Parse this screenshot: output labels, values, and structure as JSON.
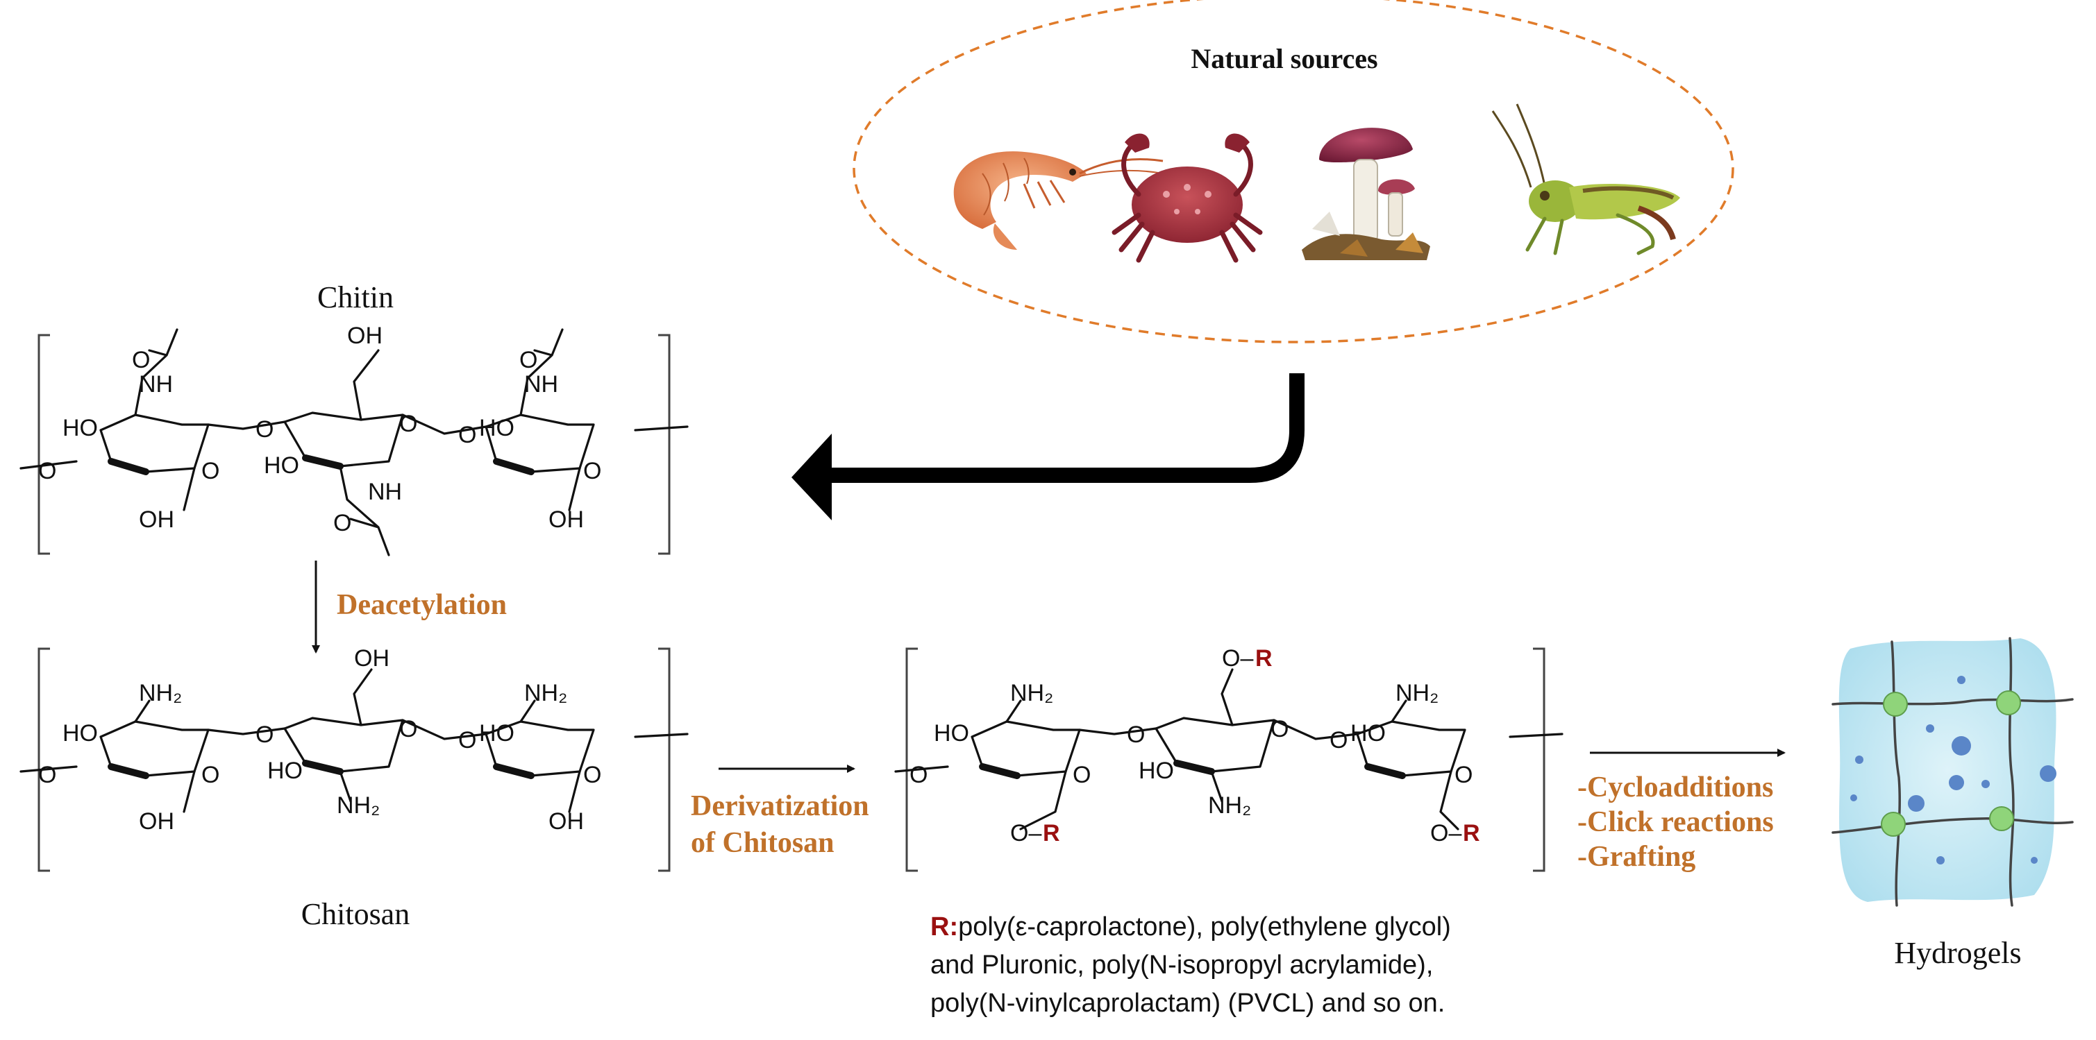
{
  "natural_sources": {
    "title": "Natural sources",
    "items": [
      "shrimp",
      "crab",
      "mushroom",
      "grasshopper"
    ]
  },
  "chitin": {
    "label": "Chitin",
    "atoms": {
      "oh": "OH",
      "ho": "HO",
      "nh": "NH",
      "o": "O"
    }
  },
  "step_deacetylation": "Deacetylation",
  "chitosan": {
    "label": "Chitosan",
    "atoms": {
      "oh": "OH",
      "ho": "HO",
      "nh2": "NH₂",
      "o": "O"
    }
  },
  "step_derivatization": {
    "line1": "Derivatization",
    "line2": "of Chitosan"
  },
  "derivative": {
    "r_group": "R",
    "atoms": {
      "o_r": "O–",
      "ho": "HO",
      "nh2": "NH₂",
      "o": "O"
    }
  },
  "r_note": {
    "r_label": "R:",
    "line1": "poly(ε-caprolactone), poly(ethylene glycol)",
    "line2": "and Pluronic, poly(N-isopropyl acrylamide),",
    "line3": "poly(N-vinylcaprolactam) (PVCL) and so on."
  },
  "reactions": [
    "-Cycloadditions",
    "-Click reactions",
    "-Grafting"
  ],
  "hydrogels_label": "Hydrogels",
  "colors": {
    "accent_orange": "#c0712a",
    "r_red": "#9a1010",
    "ellipse_dash": "#e07b2a",
    "hydrogel_bg": "#bfe6f2",
    "crosslink_green": "#8fd47a",
    "particle_blue": "#5a86c8"
  }
}
